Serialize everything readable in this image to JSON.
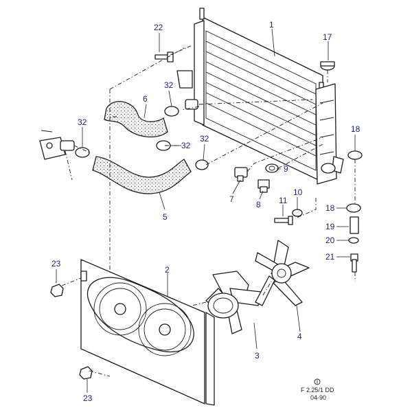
{
  "callouts": {
    "c1": "1",
    "c2": "2",
    "c3": "3",
    "c4": "4",
    "c5": "5",
    "c6": "6",
    "c7": "7",
    "c8": "8",
    "c9": "9",
    "c10": "10",
    "c11": "11",
    "c17": "17",
    "c18a": "18",
    "c18b": "18",
    "c19": "19",
    "c20": "20",
    "c21": "21",
    "c22": "22",
    "c23a": "23",
    "c23b": "23",
    "c32a": "32",
    "c32b": "32",
    "c32c": "32",
    "c32d": "32"
  },
  "footer": {
    "ref_code": "F 2.25/1 DD",
    "date": "04-90"
  },
  "colors": {
    "callout": "#1f1f7a",
    "line": "#1a1a1a",
    "background": "#ffffff"
  }
}
